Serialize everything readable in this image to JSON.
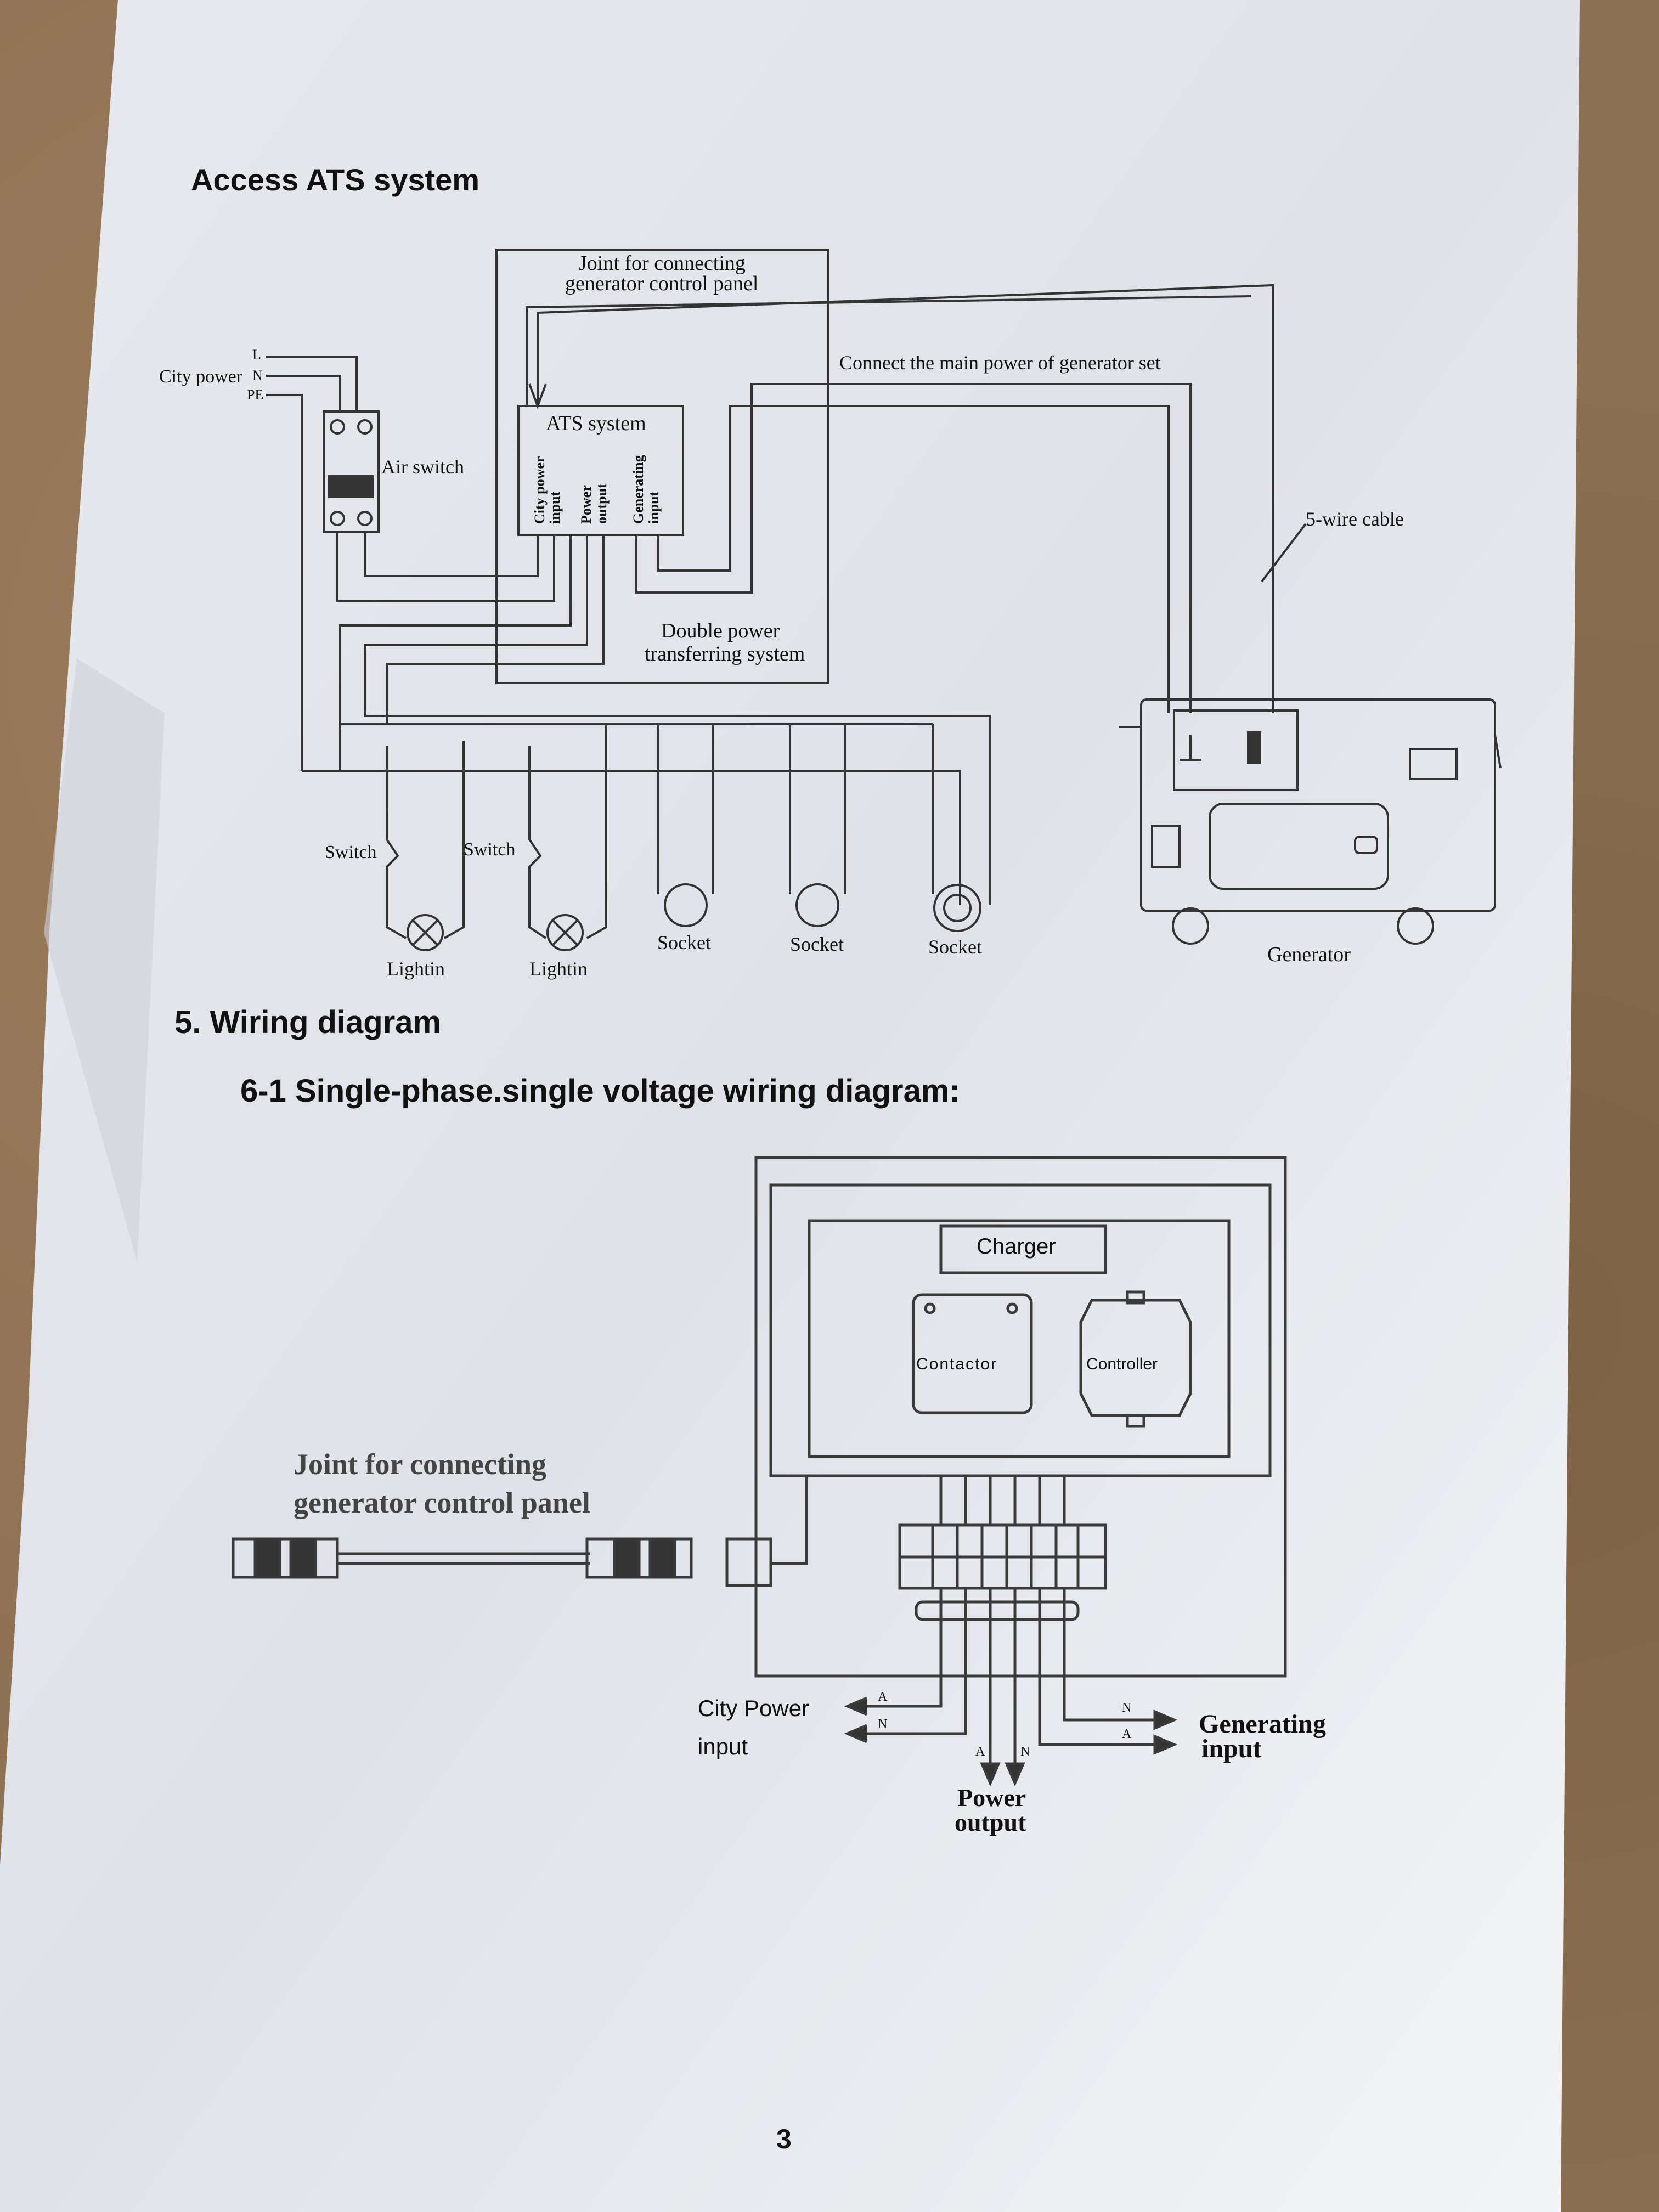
{
  "headings": {
    "access_ats": "Access ATS system",
    "section5": "5.  Wiring diagram",
    "section61": "6-1 Single-phase.single voltage wiring diagram:"
  },
  "ats_diagram": {
    "joint_label_line1": "Joint for connecting",
    "joint_label_line2": "generator control panel",
    "city_power": "City power",
    "line_L": "L",
    "line_N": "N",
    "line_PE": "PE",
    "air_switch": "Air switch",
    "ats_system": "ATS system",
    "ats_city_power_input_line1": "City power",
    "ats_city_power_input_line2": "input",
    "ats_power_output_line1": "Power",
    "ats_power_output_line2": "output",
    "ats_generating_input_line1": "Generating",
    "ats_generating_input_line2": "input",
    "connect_main_power": "Connect the main power of generator set",
    "five_wire_cable": "5-wire cable",
    "double_power_line1": "Double power",
    "double_power_line2": "transferring system",
    "switch_1": "Switch",
    "switch_2": "Switch",
    "lighting_1": "Lightin",
    "lighting_2": "Lightin",
    "socket_1": "Socket",
    "socket_2": "Socket",
    "socket_3": "Socket",
    "generator": "Generator"
  },
  "wiring_diagram": {
    "charger": "Charger",
    "contactor": "Contactor",
    "controller": "Controller",
    "joint_line1": "Joint for connecting",
    "joint_line2": "generator control panel",
    "city_power_input_line1": "City Power",
    "city_power_input_line2": "input",
    "power_output_line1": "Power",
    "power_output_line2": "output",
    "generating_input_line1": "Generating",
    "generating_input_line2": "input",
    "wire_A": "A",
    "wire_N": "N"
  },
  "page_number": "3"
}
